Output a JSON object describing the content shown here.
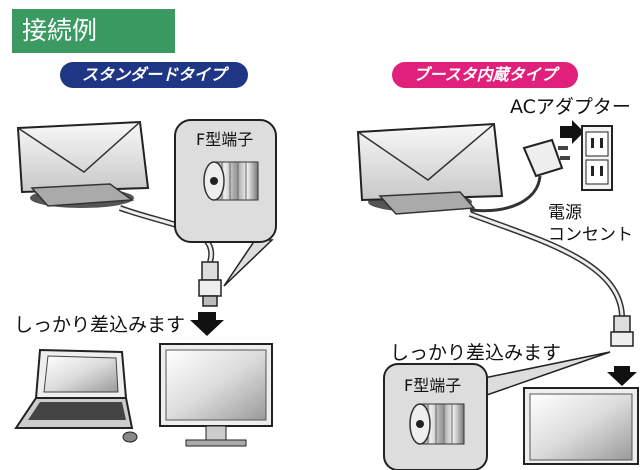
{
  "section_title": "接続例",
  "standard": {
    "label": "スタンダードタイプ",
    "connector_label": "F型端子",
    "insert_text": "しっかり差込みます"
  },
  "booster": {
    "label": "ブースタ内蔵タイプ",
    "adapter_label": "ACアダプター",
    "outlet_label_line1": "電源",
    "outlet_label_line2": "コンセント",
    "insert_text": "しっかり差込みます",
    "connector_label": "F型端子"
  }
}
